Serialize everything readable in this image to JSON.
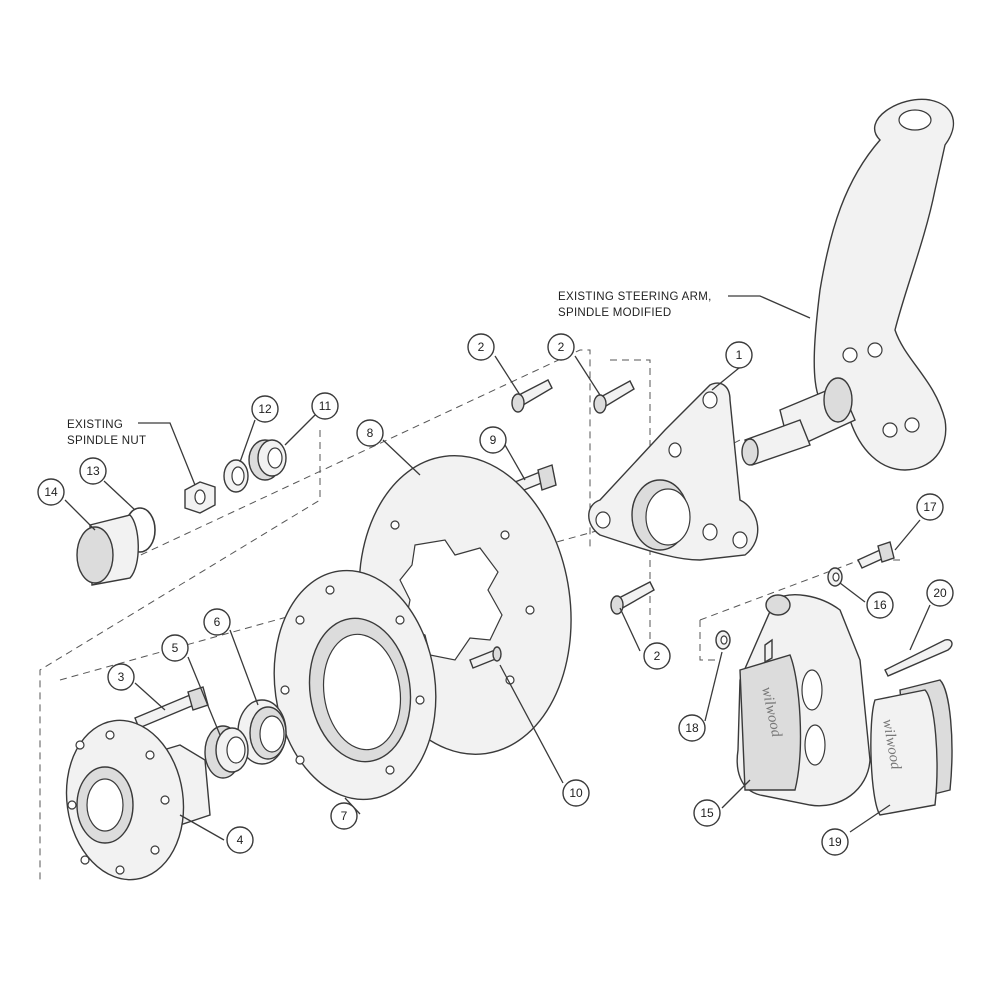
{
  "labels": {
    "steering_arm_line1": "EXISTING STEERING ARM,",
    "steering_arm_line2": "SPINDLE MODIFIED",
    "spindle_nut_line1": "EXISTING",
    "spindle_nut_line2": "SPINDLE NUT",
    "caliper_brand": "wilwood",
    "pad_brand": "wilwood"
  },
  "callouts": {
    "c1": "1",
    "c2a": "2",
    "c2b": "2",
    "c2c": "2",
    "c3": "3",
    "c4": "4",
    "c5": "5",
    "c6": "6",
    "c7": "7",
    "c8": "8",
    "c9": "9",
    "c10": "10",
    "c11": "11",
    "c12": "12",
    "c13": "13",
    "c14": "14",
    "c15": "15",
    "c16": "16",
    "c17": "17",
    "c18": "18",
    "c19": "19",
    "c20": "20"
  },
  "colors": {
    "line": "#3a3a3a",
    "fill": "#f2f2f2",
    "shade": "#dcdcdc",
    "background": "#ffffff"
  }
}
